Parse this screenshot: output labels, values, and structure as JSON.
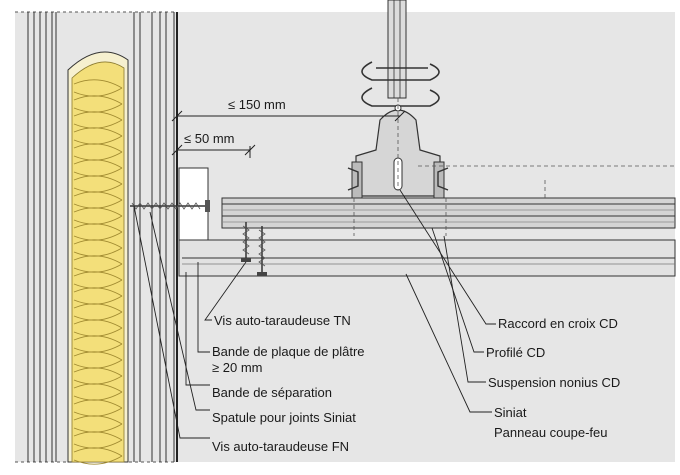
{
  "dimensions": {
    "d150": "≤ 150 mm",
    "d50": "≤ 50 mm"
  },
  "labels": {
    "vis_tn": "Vis auto-taraudeuse TN",
    "bande_plaque_1": "Bande de plaque de plâtre",
    "bande_plaque_2": "≥ 20 mm",
    "bande_sep": "Bande de séparation",
    "spatule": "Spatule pour joints Siniat",
    "vis_fn": "Vis auto-taraudeuse FN",
    "raccord": "Raccord en croix CD",
    "profile": "Profilé CD",
    "suspension": "Suspension nonius CD",
    "siniat_1": "Siniat",
    "siniat_2": "Panneau coupe-feu"
  },
  "colors": {
    "background": "#e6e6e6",
    "insulation": "#f3df7a",
    "line": "#333333",
    "profile_fill": "#cfcfcf",
    "board_fill": "#e0e0e0"
  }
}
